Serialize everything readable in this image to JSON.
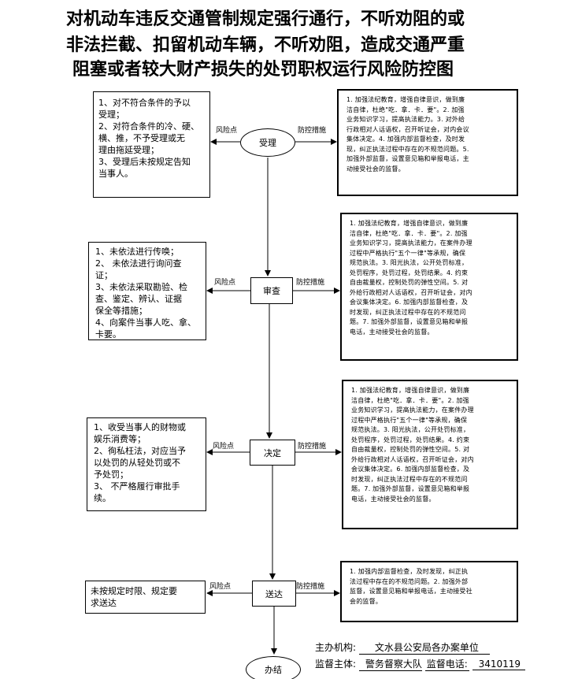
{
  "title": {
    "line1": "对机动车违反交通管制规定强行通行，不听劝阻的或",
    "line2": "非法拦截、扣留机动车辆，不听劝阻，造成交通严重",
    "line3": "阻塞或者较大财产损失的处罚职权运行风险防控图"
  },
  "steps": [
    {
      "name": "受理",
      "risk_label": "风险点",
      "control_label": "防控措施",
      "risks": "1、对不符合条件的予以\n受理；\n2、对符合条件的冷、硬、\n横、推，不予受理或无\n理由拖延受理；\n3、受理后未按规定告知\n当事人。",
      "controls": "1. 加强法纪教育，增强自律意识，做到廉\n洁自律，杜绝\"吃．拿．卡．要\"。2. 加强\n业务知识学习，提高执法能力。3. 对外给\n行政相对人话语权，召开听证会，对内会议\n集体决定。4. 加强内部监督检查，及时发\n现，纠正执法过程中存在的不规范问题。5.\n加强外部监督，设置意见箱和举报电话，主\n动接受社会的监督。"
    },
    {
      "name": "审查",
      "risk_label": "风险点",
      "control_label": "防控措施",
      "risks": "1、未依法进行传唤；\n2、 未依法进行询问查\n证；\n3、未依法采取勘验、检\n查、鉴定、辨认、证据\n保全等措施；\n4、向案件当事人吃、拿、\n卡要。",
      "controls": "1. 加强法纪教育，增强自律意识，做到廉\n洁自律，杜绝\"吃．拿．卡．要\"。2. 加强\n业务知识学习，提高执法能力，在案件办理\n过程中严格执行\"五个一律\"等承规，确保\n规范执法。3. 阳光执法，公开处罚标准，\n处罚程序，处罚过程，处罚结果。4. 约束\n自由裁量权，控制处罚的弹性空间。5. 对\n外给行政相对人话语权，召开听证会，对内\n会议集体决定。6. 加强内部监督检查，及\n时发现，纠正执法过程中存在的不规范问\n题。7. 加强外部监督，设置意见箱和举报\n电话，主动接受社会的监督。"
    },
    {
      "name": "决定",
      "risk_label": "风险点",
      "control_label": "防控措施",
      "risks": "1、收受当事人的财物或\n娱乐消费等；\n2、徇私枉法，对应当予\n以处罚的从轻处罚或不\n予处罚；\n3、 不严格履行审批手\n续。",
      "controls": "1. 加强法纪教育，增强自律意识，做到廉\n洁自律，杜绝\"吃．拿．卡．要\"。2. 加强\n业务知识学习，提高执法能力，在案件办理\n过程中严格执行\"五个一律\"等承规，确保\n规范执法。3. 阳光执法，公开处罚标准，\n处罚程序，处罚过程，处罚结果。4. 约束\n自由裁量权，控制处罚的弹性空间。5. 对\n外给行政相对人话语权，召开听证会，对内\n会议集体决定。6. 加强内部监督检查，及\n时发现，纠正执法过程中存在的不规范问\n题。7. 加强外部监督，设置意见箱和举报\n电话，主动接受社会的监督。"
    },
    {
      "name": "送达",
      "risk_label": "风险点",
      "control_label": "防控措施",
      "risks": "未按规定时限、规定要\n求送达",
      "controls": "1. 加强内部监督检查，及时发现，纠正执\n法过程中存在的不规范问题。2. 加强外部\n监督，设置意见箱和举报电话，主动接受社\n会的监督。"
    }
  ],
  "end_node": "办结",
  "footer": {
    "org_label": "主办机构:",
    "org_value": "文水县公安局各办案单位",
    "sup_label": "监督主体:",
    "sup_value": "警务督察大队",
    "phone_label": "监督电话:",
    "phone_value": "3410119"
  }
}
